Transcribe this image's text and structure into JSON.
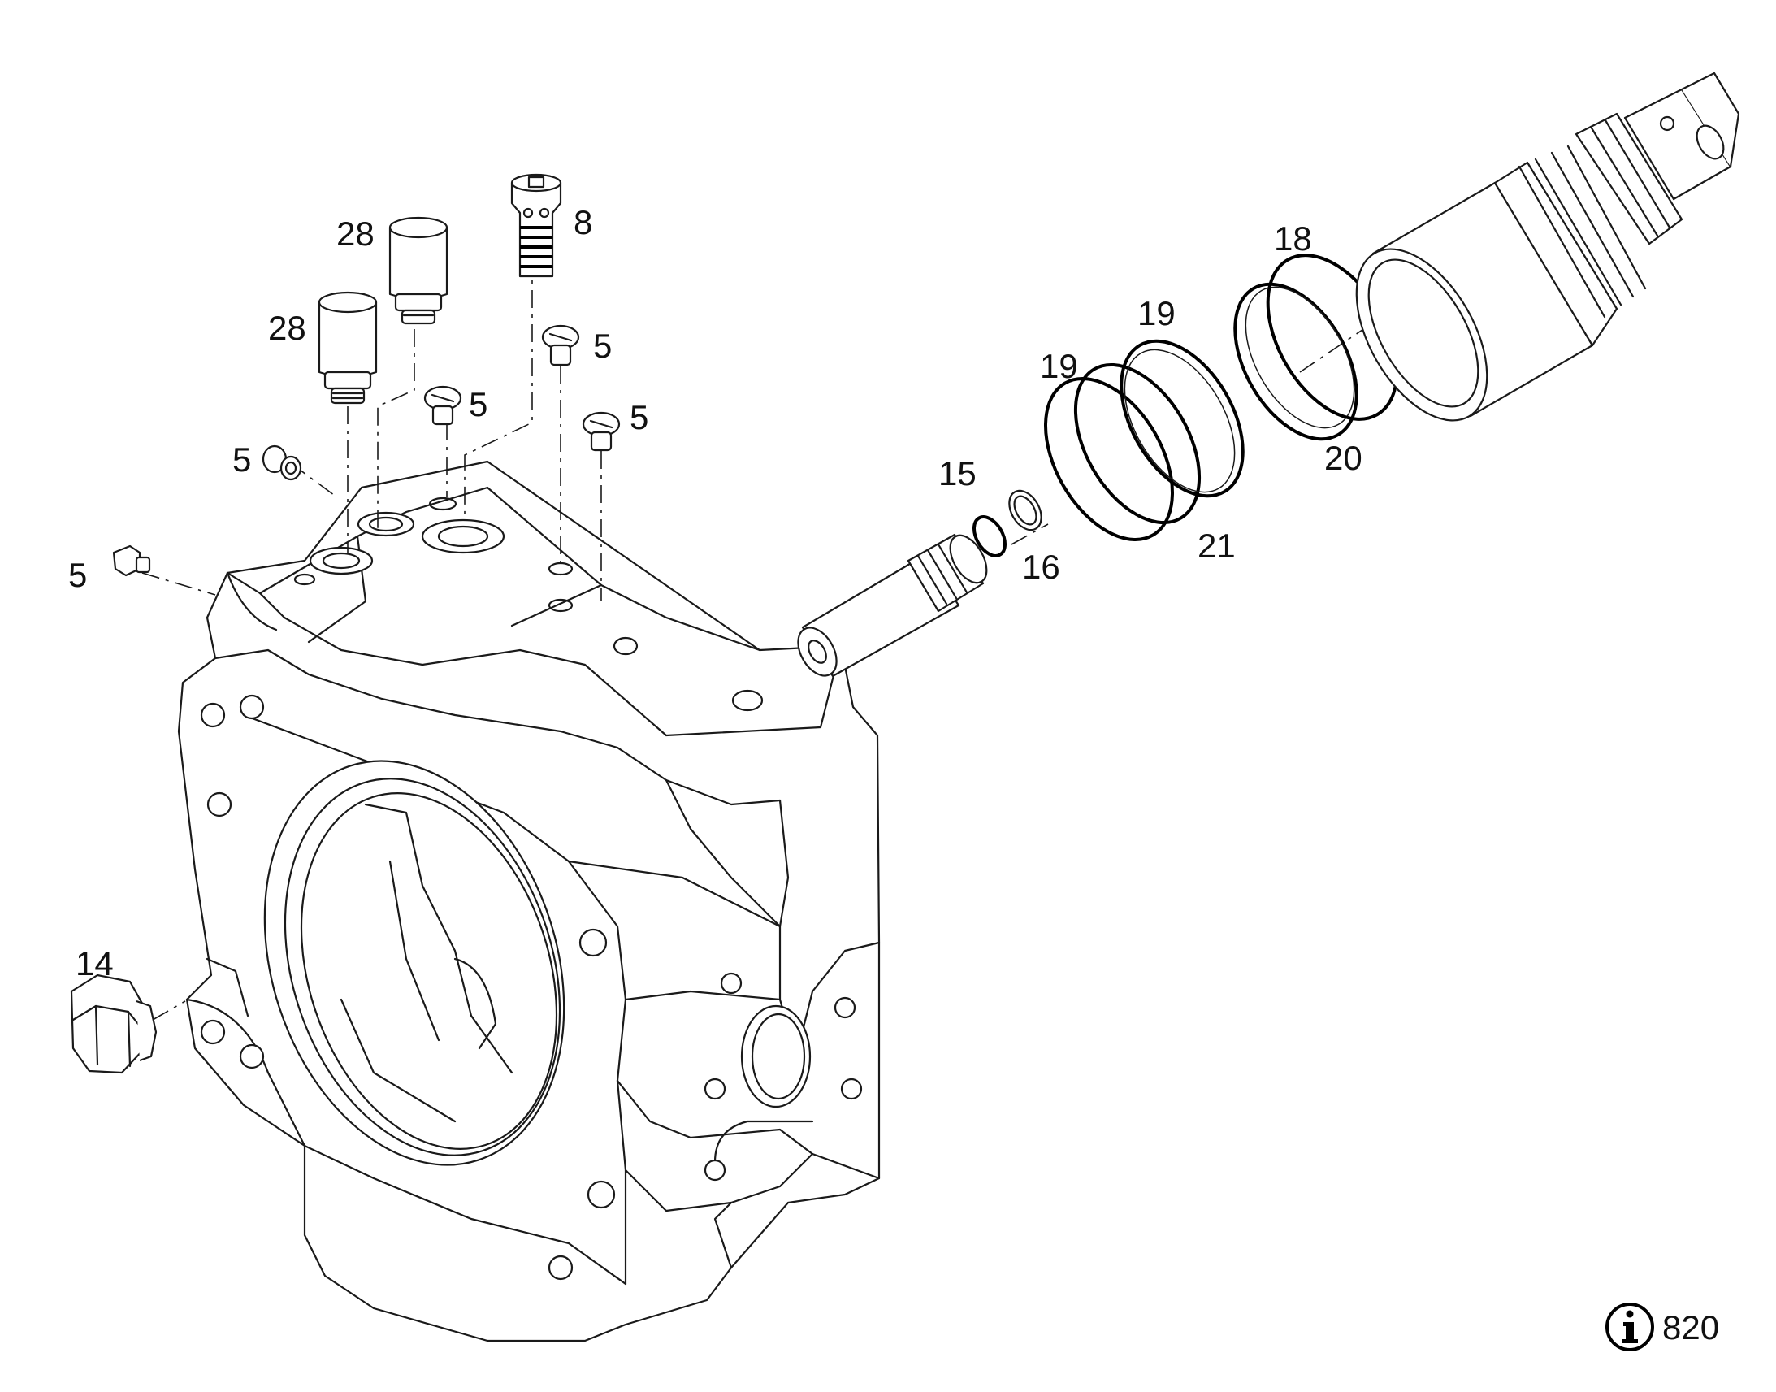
{
  "callouts": {
    "plug_left": "5",
    "plug_upper_left": "5",
    "sleeve_a": "28",
    "sleeve_b": "28",
    "cartridge_valve": "8",
    "plug_center": "5",
    "plug_upper_right": "5",
    "plug_right": "5",
    "cap_nut": "14",
    "spool": "15",
    "retaining_ring": "16",
    "seal_ring_a": "19",
    "seal_ring_b": "19",
    "o_ring_large": "18",
    "o_ring_inner": "20",
    "backup_ring": "21"
  },
  "reference": {
    "icon": "info-icon",
    "number": "820"
  },
  "colors": {
    "line": "#1a1a1a",
    "background": "#ffffff"
  }
}
